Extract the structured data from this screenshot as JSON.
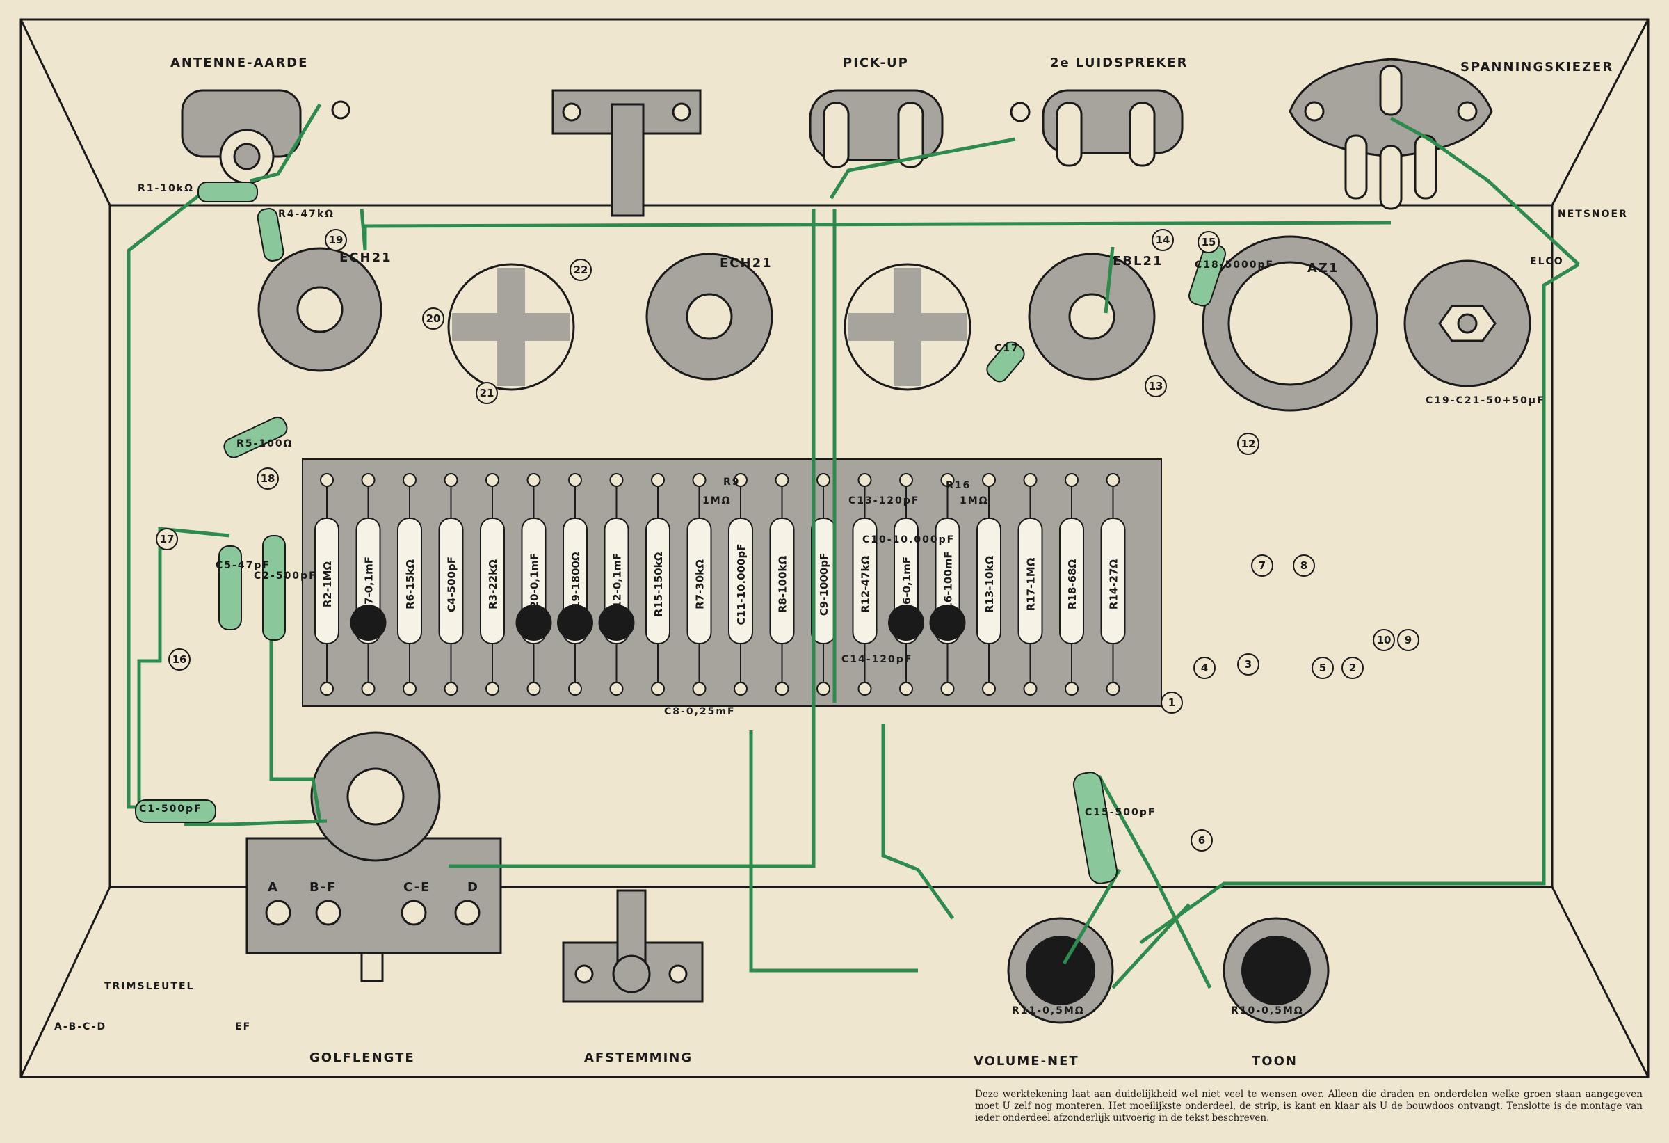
{
  "labels": {
    "antenna": "ANTENNE-AARDE",
    "pickup": "PICK-UP",
    "speaker2": "2e LUIDSPREKER",
    "voltage": "SPANNINGSKIEZER",
    "mains": "NETSNOER",
    "elco": "ELCO",
    "tube1": "ECH21",
    "tube2": "ECH21",
    "tube3": "EBL21",
    "tube4": "AZ1",
    "wave": "GOLFLENGTE",
    "tuning": "AFSTEMMING",
    "volume": "VOLUME-NET",
    "tone": "TOON",
    "trim_key": "TRIMSLEUTEL",
    "trim_left": "A-B-C-D",
    "trim_right": "EF",
    "switch_a": "A",
    "switch_bf": "B-F",
    "switch_ce": "C-E",
    "switch_d": "D",
    "elco_value": "C19-C21-50+50µF",
    "r11": "R11-0,5MΩ",
    "r10": "R10-0,5MΩ"
  },
  "strip_components": [
    {
      "label": "R2-1MΩ",
      "dark": false
    },
    {
      "label": "C7-0,1mF",
      "dark": true
    },
    {
      "label": "R6-15kΩ",
      "dark": false
    },
    {
      "label": "C4-500pF",
      "dark": false
    },
    {
      "label": "R3-22kΩ",
      "dark": false
    },
    {
      "label": "C20-0,1mF",
      "dark": true
    },
    {
      "label": "R19-1800Ω",
      "dark": true
    },
    {
      "label": "C12-0,1mF",
      "dark": true
    },
    {
      "label": "R15-150kΩ",
      "dark": false
    },
    {
      "label": "R7-30kΩ",
      "dark": false
    },
    {
      "label": "C11-10.000pF",
      "dark": false
    },
    {
      "label": "R8-100kΩ",
      "dark": false
    },
    {
      "label": "C9-1000pF",
      "dark": false
    },
    {
      "label": "R12-47kΩ",
      "dark": false
    },
    {
      "label": "C6-0,1mF",
      "dark": true
    },
    {
      "label": "C16-100mF",
      "dark": true
    },
    {
      "label": "R13-10kΩ",
      "dark": false
    },
    {
      "label": "R17-1MΩ",
      "dark": false
    },
    {
      "label": "R18-68Ω",
      "dark": false
    },
    {
      "label": "R14-27Ω",
      "dark": false
    }
  ],
  "green_components": {
    "r1": "R1-10kΩ",
    "r4": "R4-47kΩ",
    "r5": "R5-100Ω",
    "c5": "C5-47pF",
    "c2": "C2-500pF",
    "c1": "C1-500pF",
    "c15": "C15-500pF",
    "c17": "C17",
    "c18": "C18-5000pF"
  },
  "strip_labels": {
    "r9": "R9",
    "r9_val": "1MΩ",
    "r16": "R16",
    "r16_val": "1MΩ",
    "c13": "C13-120pF",
    "c10": "C10-10.000pF",
    "c14": "C14-120pF",
    "c8": "C8-0,25mF"
  },
  "numbers": [
    "1",
    "2",
    "3",
    "4",
    "5",
    "6",
    "7",
    "8",
    "9",
    "10",
    "12",
    "13",
    "14",
    "15",
    "16",
    "17",
    "18",
    "19",
    "20",
    "21",
    "22"
  ],
  "note": "Deze werktekening laat aan duidelijkheid wel niet veel te wensen over. Alleen die draden en onderdelen welke groen staan aangegeven moet U zelf nog monteren. Het moeilijkste onderdeel, de strip, is kant en klaar als U de bouwdoos ontvangt. Tenslotte is de montage van ieder onderdeel afzonderlijk uitvoerig in de tekst beschreven.",
  "colors": {
    "paper": "#efe6cf",
    "green": "#2e8b4e",
    "dark": "#1a1a1a",
    "grey": "#a7a39d",
    "light_green": "#8ac79a"
  }
}
